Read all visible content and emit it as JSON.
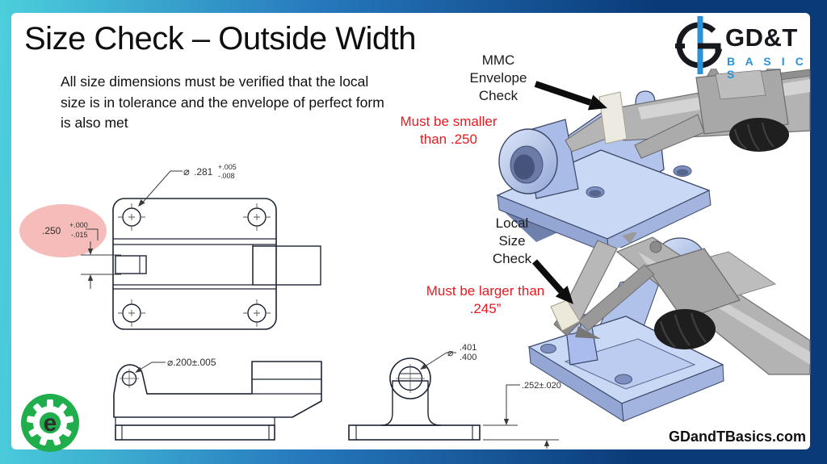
{
  "colors": {
    "border_start": "#4ccfdd",
    "border_mid": "#2678bd",
    "border_end": "#0a3a78",
    "part_fill": "#ccdcf5",
    "part_mid": "#b3c4ec",
    "part_dark": "#8d9cc9",
    "outline": "#1c2333",
    "pink": "#f5bcba",
    "red": "#e8191f",
    "logo_blue": "#2b93d5",
    "green": "#1fae4b",
    "caliper": "#b3b3b3"
  },
  "slide": {
    "title": "Size Check – Outside Width",
    "body": "All size dimensions must be verified that the local size is in tolerance and the envelope of perfect form is also met",
    "footer_url": "GDandTBasics.com"
  },
  "logo": {
    "name": "GD&T",
    "subname": "B A S I C S"
  },
  "annotations": {
    "mmc": {
      "line1": "MMC",
      "line2": "Envelope",
      "line3": "Check",
      "note1": "Must be smaller",
      "note2": "than .250"
    },
    "local": {
      "line1": "Local",
      "line2": "Size",
      "line3": "Check",
      "note1": "Must be larger than",
      "note2": ".245”"
    }
  },
  "dimensions": {
    "top_hole": {
      "symbol": "⌀",
      "value": ".281",
      "plus": "+.005",
      "minus": "-.008"
    },
    "outside_width": {
      "value": ".250",
      "plus": "+.000",
      "minus": "-.015"
    },
    "side_hole": {
      "text": "⌀.200±.005"
    },
    "front_hole": {
      "symbol": "⌀",
      "upper": ".401",
      "lower": ".400"
    },
    "base_thickness": {
      "text": ".252±.020"
    }
  }
}
